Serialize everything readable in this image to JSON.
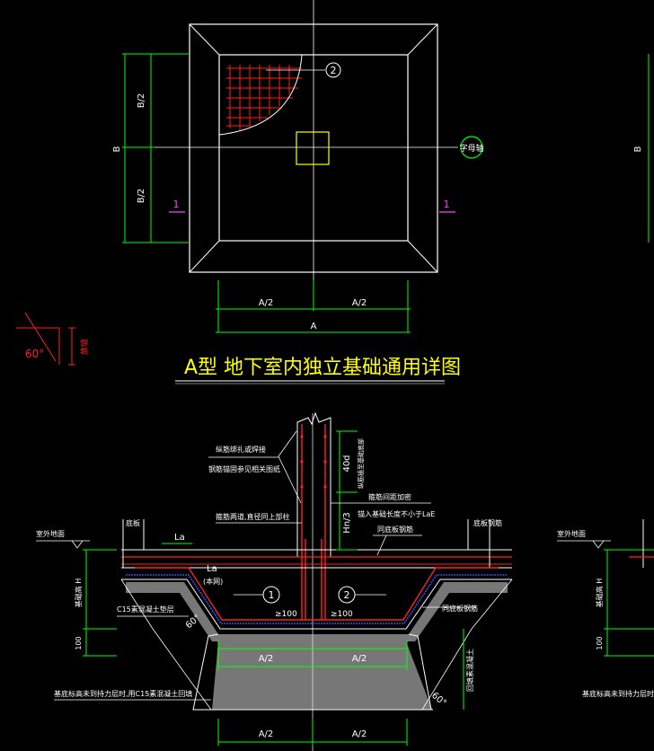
{
  "plan": {
    "dim_b_half_top": "B/2",
    "dim_b_half_bottom": "B/2",
    "dim_b": "B",
    "dim_b_right": "B",
    "dim_a_half_left": "A/2",
    "dim_a_half_right": "A/2",
    "dim_a": "A",
    "section_mark_left": "1",
    "section_mark_right": "1",
    "rebar_callout": "2",
    "axis_bubble": "字母轴"
  },
  "slope_legend": {
    "angle": "60°",
    "label": "放坡"
  },
  "title": "A型  地下室内独立基础通用详图",
  "section": {
    "label_top_left_1": "纵筋绑扎或焊接",
    "label_top_left_2": "钢筋锚固参见相关图纸",
    "label_vertical_40d": "40d",
    "label_vertical_note": "纵筋插至基础底部",
    "label_hn": "Hn/3",
    "label_stirrup": "箍筋间距加密",
    "label_anchor": "锚入基础长度不小于LaE",
    "label_mid_1": "箍筋两道,直径同上部柱",
    "label_slab_rebar": "同底板钢筋",
    "label_right_floor": "底板钢筋",
    "label_left_floor": "底板",
    "label_ground_left": "室外地面",
    "label_la_top": "La",
    "label_la_mid": "La",
    "label_mesh": "(本网)",
    "label_c15": "C15素混凝土垫层",
    "label_100_a": "≥100",
    "label_100_b": "≥100",
    "label_depth_h": "基础高 H",
    "label_100_left": "100",
    "label_60": "60°",
    "label_bottom_note": "基底标高未到持力层时,用C15素混凝土回填",
    "label_right_vertical": "回填素混凝土",
    "label_mesh_right": "同底板钢筋",
    "dim_a2_upper_left": "A/2",
    "dim_a2_upper_right": "A/2",
    "dim_a2_lower_left": "A/2",
    "dim_a2_lower_right": "A/2",
    "callout_1": "1",
    "callout_2": "2"
  },
  "right_cut": {
    "label_ground": "室外地面",
    "label_depth": "基础高 H",
    "label_100": "100",
    "label_bottom": "基底标高未到持力层时用"
  },
  "colors": {
    "background": "#000000",
    "white": "#ffffff",
    "red": "#ff2020",
    "yellow": "#ffff00",
    "green": "#00ff00",
    "magenta": "#ff40ff",
    "blue": "#3050ff"
  }
}
